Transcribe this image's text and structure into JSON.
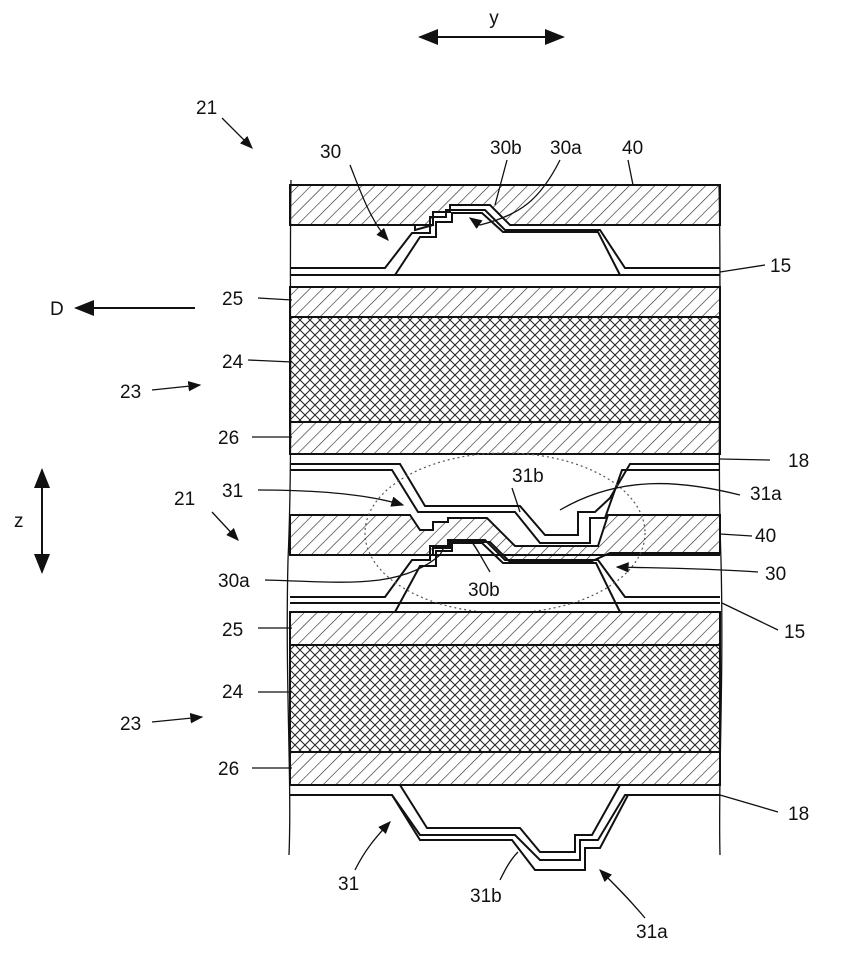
{
  "axes": {
    "y_label": "y",
    "z_label": "z",
    "d_label": "D"
  },
  "labels": {
    "l21_top": "21",
    "l30_top": "30",
    "l30b_top": "30b",
    "l30a_top": "30a",
    "l40_top": "40",
    "l15_top": "15",
    "l25_top": "25",
    "l24_top": "24",
    "l23_top": "23",
    "l26_top": "26",
    "l18_mid": "18",
    "l31b_mid": "31b",
    "l31_mid": "31",
    "l31a_mid": "31a",
    "l21_mid": "21",
    "l40_mid": "40",
    "l30a_mid": "30a",
    "l30b_mid": "30b",
    "l30_mid": "30",
    "l15_mid": "15",
    "l25_bot": "25",
    "l24_bot": "24",
    "l23_bot": "23",
    "l26_bot": "26",
    "l18_bot": "18",
    "l31_bot": "31",
    "l31b_bot": "31b",
    "l31a_bot": "31a"
  }
}
